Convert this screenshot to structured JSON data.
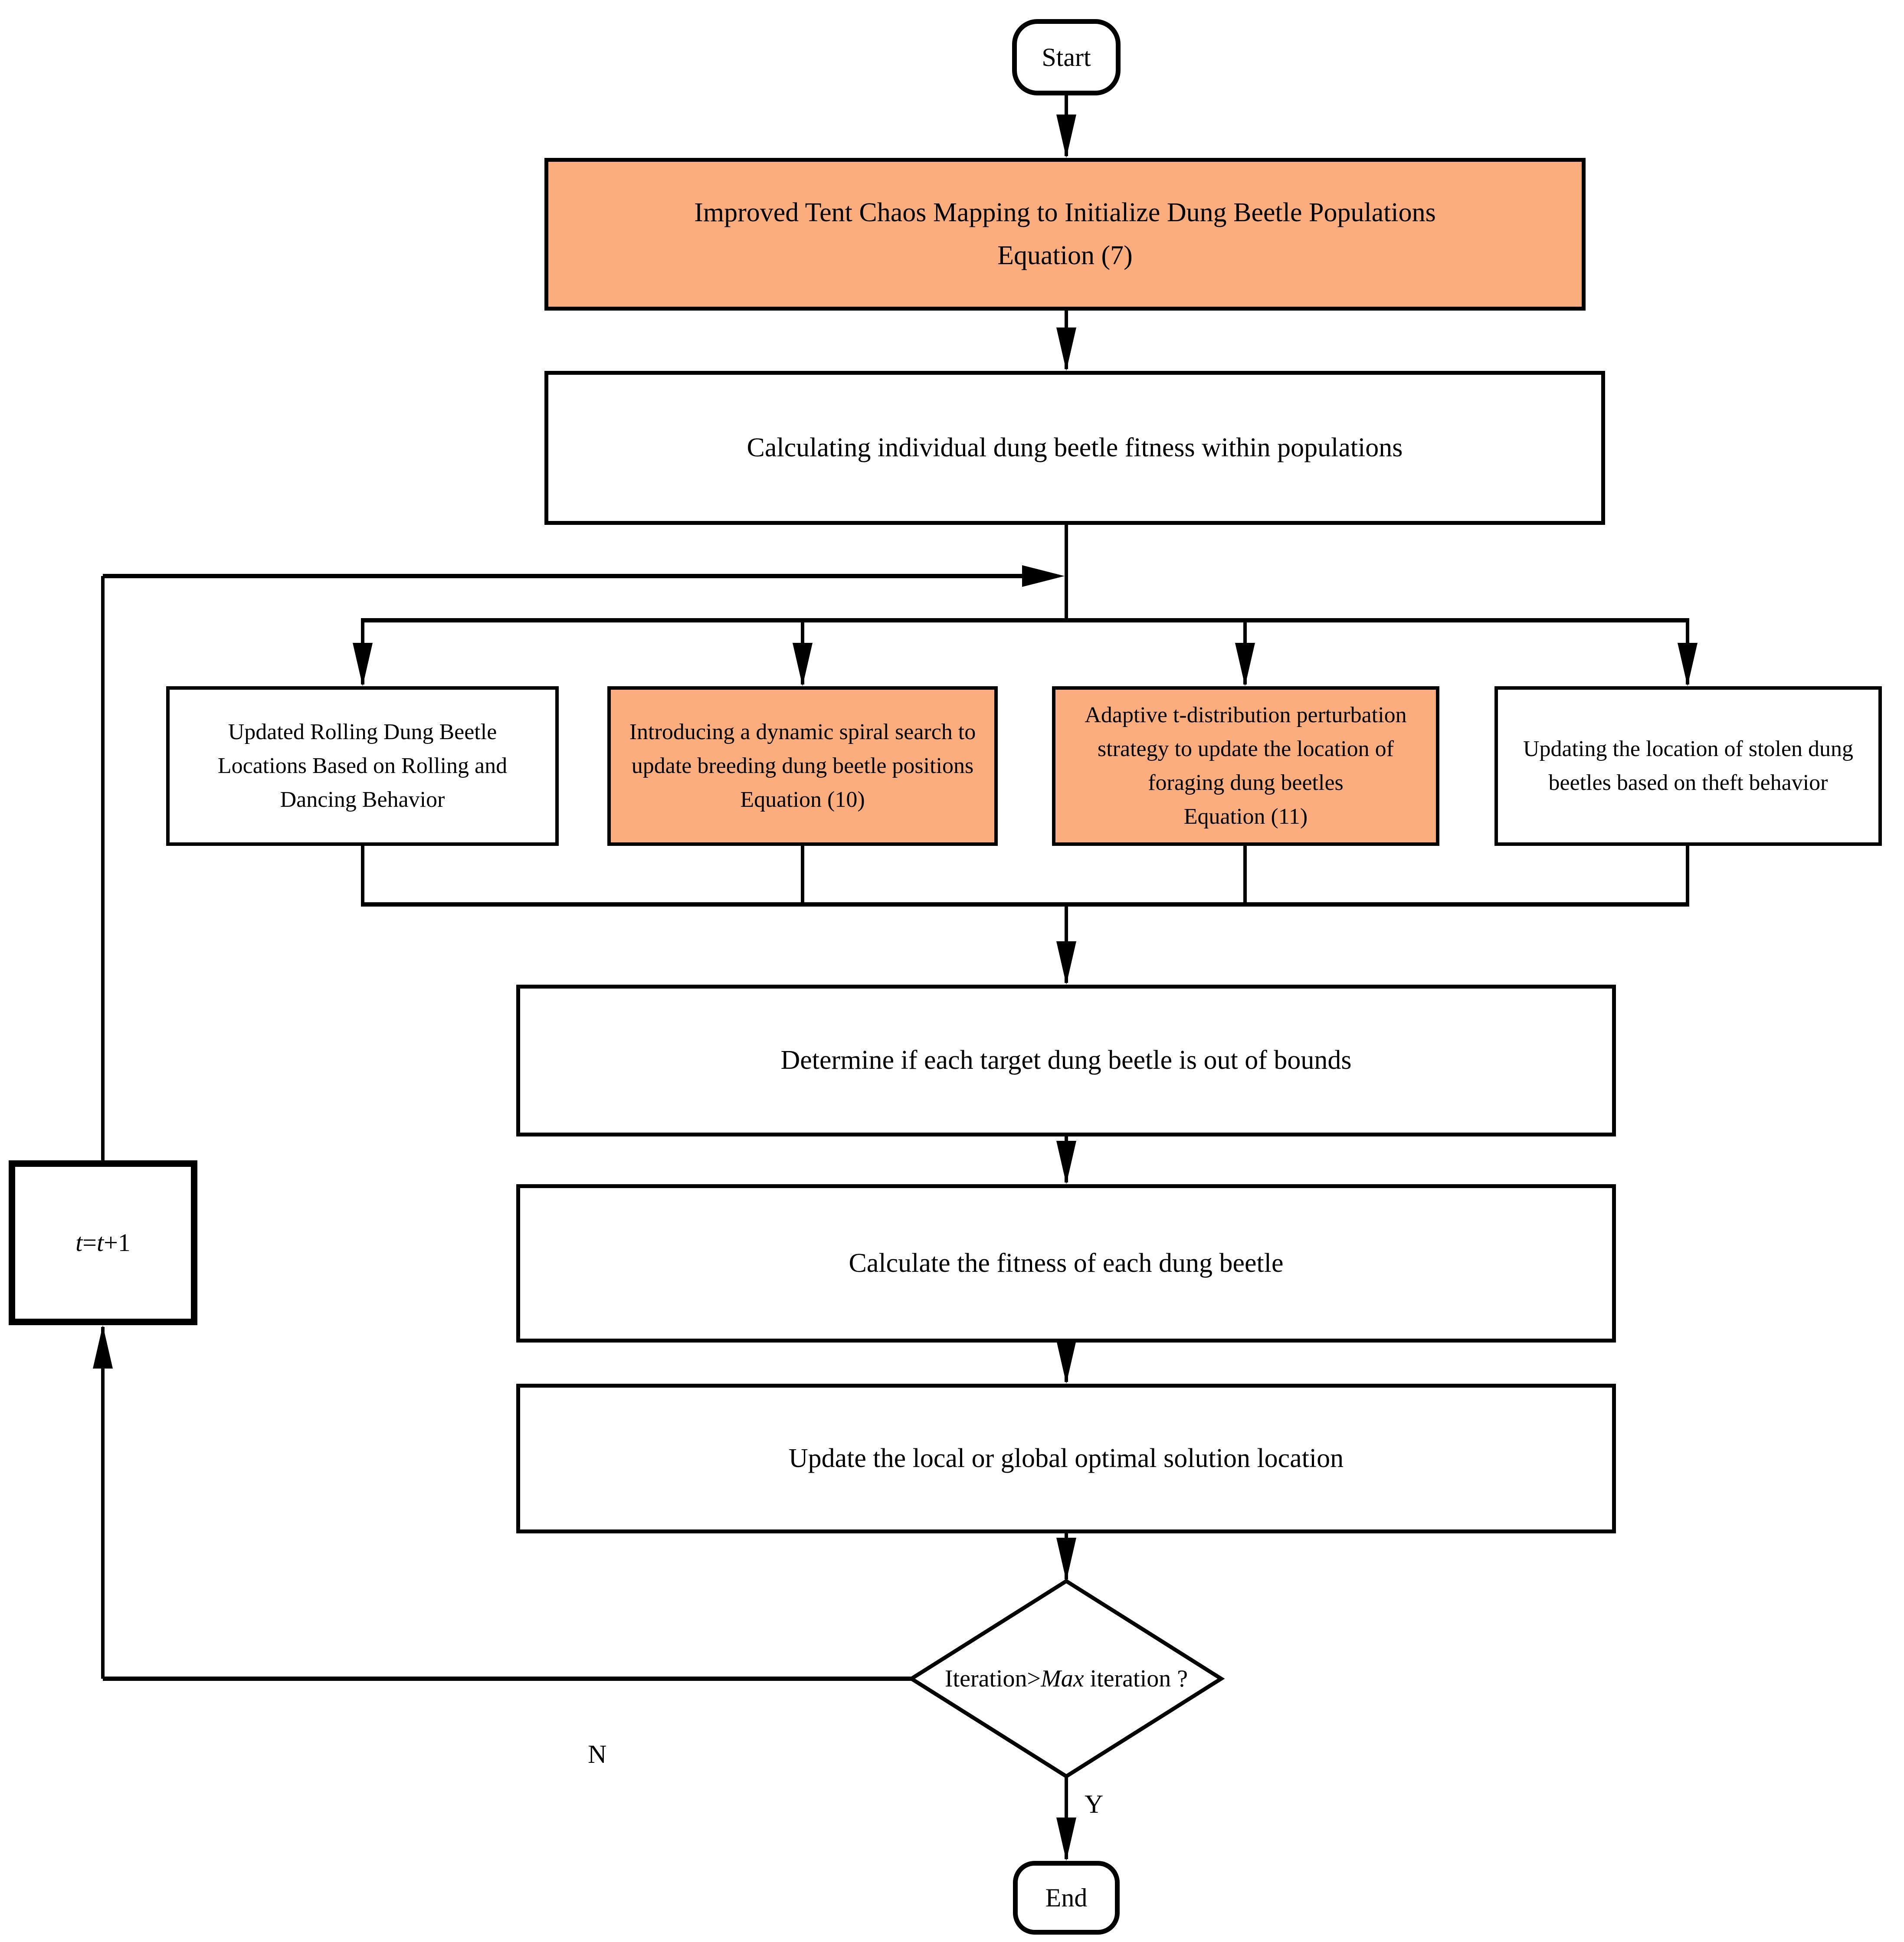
{
  "flowchart": {
    "colors": {
      "highlight": "#FBAD7D",
      "box_fill": "#FFFFFF",
      "line": "#000000"
    },
    "nodes": {
      "start": {
        "label": "Start"
      },
      "init": {
        "text": "Improved Tent Chaos Mapping to Initialize Dung Beetle Populations",
        "equation": "Equation (7)"
      },
      "fitness": {
        "text": "Calculating individual dung beetle fitness within populations"
      },
      "rolling": {
        "text": "Updated Rolling Dung Beetle Locations Based on Rolling and Dancing Behavior"
      },
      "breeding": {
        "text": "Introducing a dynamic spiral search to update breeding dung beetle positions",
        "equation": "Equation (10)"
      },
      "foraging": {
        "text": "Adaptive t-distribution perturbation strategy to update the location of foraging dung beetles",
        "equation": "Equation (11)"
      },
      "stealing": {
        "text": "Updating the location of stolen dung beetles based on theft behavior"
      },
      "bounds": {
        "text": "Determine if each target dung beetle is out of bounds"
      },
      "calc_fitness": {
        "text": "Calculate the fitness of each dung beetle"
      },
      "update_best": {
        "text": "Update the local or global optimal solution location"
      },
      "decision": {
        "prefix": "Iteration>",
        "italic": "Max",
        "suffix": " iteration ?"
      },
      "counter": {
        "t1": "t",
        "equals": "=",
        "t2": "t",
        "plus": "+1"
      },
      "end": {
        "label": "End"
      }
    },
    "edge_labels": {
      "yes": "Y",
      "no": "N"
    }
  }
}
